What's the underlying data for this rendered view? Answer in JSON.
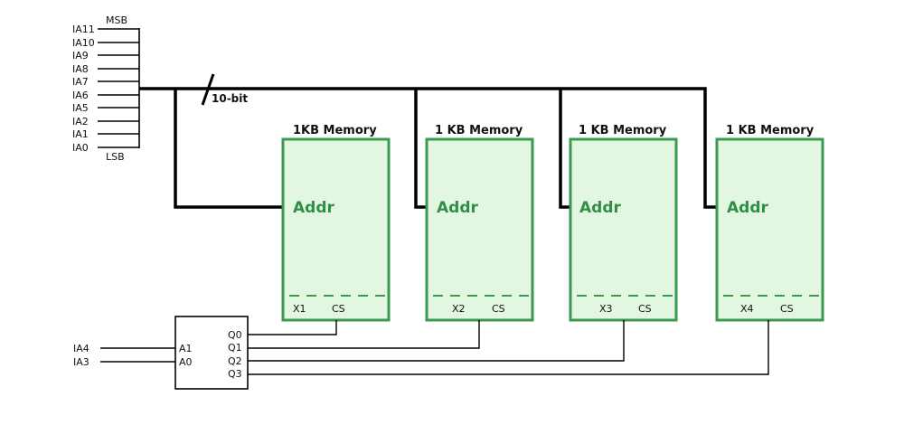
{
  "address_bus": {
    "inputs": [
      "IA11",
      "IA10",
      "IA9",
      "IA8",
      "IA7",
      "IA6",
      "IA5",
      "IA2",
      "IA1",
      "IA0"
    ],
    "msb_label": "MSB",
    "lsb_label": "LSB",
    "width_label": "10-bit"
  },
  "memories": [
    {
      "title": "1KB Memory",
      "addr_label": "Addr",
      "select_label": "X1",
      "cs_label": "CS"
    },
    {
      "title": "1 KB Memory",
      "addr_label": "Addr",
      "select_label": "X2",
      "cs_label": "CS"
    },
    {
      "title": "1 KB Memory",
      "addr_label": "Addr",
      "select_label": "X3",
      "cs_label": "CS"
    },
    {
      "title": "1 KB Memory",
      "addr_label": "Addr",
      "select_label": "X4",
      "cs_label": "CS"
    }
  ],
  "decoder": {
    "inputs": [
      {
        "signal": "IA4",
        "pin": "A1"
      },
      {
        "signal": "IA3",
        "pin": "A0"
      }
    ],
    "outputs": [
      "Q0",
      "Q1",
      "Q2",
      "Q3"
    ]
  },
  "colors": {
    "memory_fill": "#e2f6e2",
    "memory_border": "#3a9a4f",
    "addr_text": "#2f8f4a"
  }
}
